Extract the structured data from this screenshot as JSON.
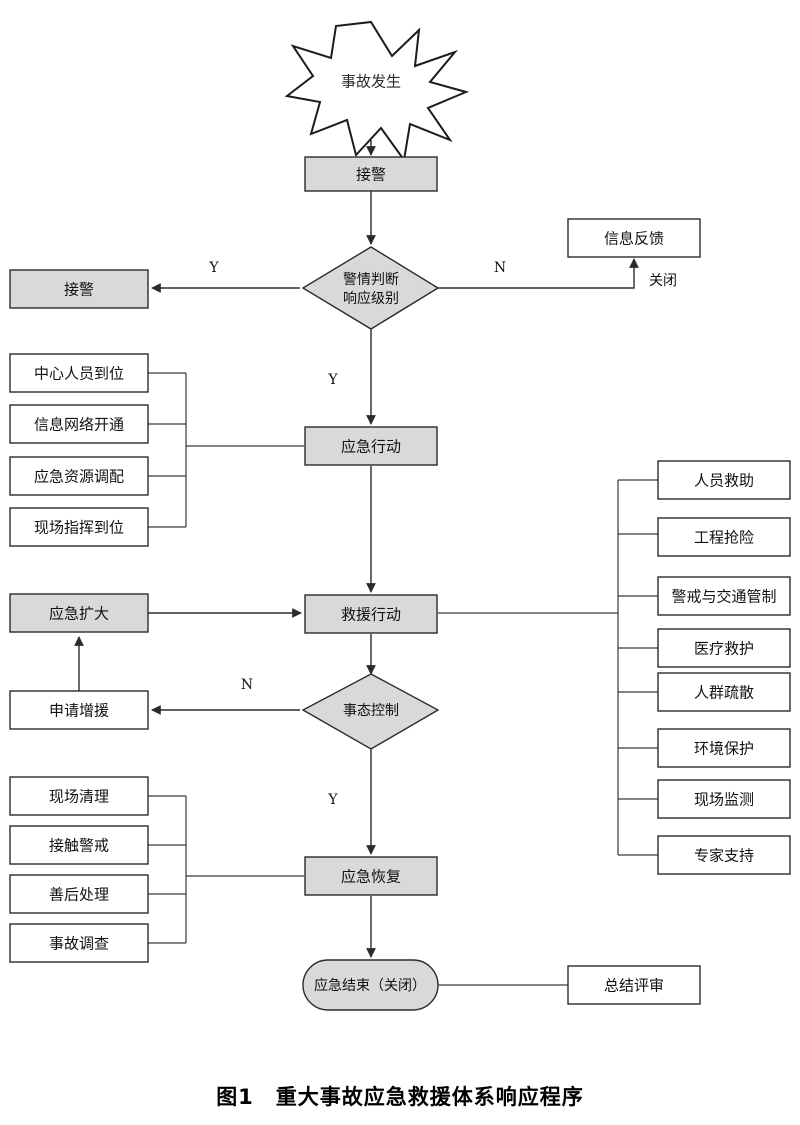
{
  "figure": {
    "caption": "图1　重大事故应急救援体系响应程序",
    "colors": {
      "process_fill": "#d9d9d9",
      "plain_fill": "#ffffff",
      "stroke": "#2b2b2b"
    }
  },
  "nodes": {
    "incident": {
      "label": "事故发生",
      "shape": "burst"
    },
    "alarm_received": {
      "label": "接警",
      "shape": "process"
    },
    "decision_level": {
      "label_line1": "警情判断",
      "label_line2": "响应级别",
      "shape": "decision"
    },
    "alarm_left": {
      "label": "接警",
      "shape": "process"
    },
    "info_feedback": {
      "label": "信息反馈",
      "shape": "plain"
    },
    "emergency_action": {
      "label": "应急行动",
      "shape": "process"
    },
    "rescue_action": {
      "label": "救援行动",
      "shape": "process"
    },
    "emergency_expand": {
      "label": "应急扩大",
      "shape": "process"
    },
    "request_reinforcement": {
      "label": "申请增援",
      "shape": "plain"
    },
    "decision_control": {
      "label": "事态控制",
      "shape": "decision"
    },
    "emergency_recovery": {
      "label": "应急恢复",
      "shape": "process"
    },
    "emergency_end": {
      "label": "应急结束（关闭）",
      "shape": "terminator"
    },
    "summary_review": {
      "label": "总结评审",
      "shape": "plain"
    }
  },
  "left_group_action": {
    "items": [
      {
        "label": "中心人员到位"
      },
      {
        "label": "信息网络开通"
      },
      {
        "label": "应急资源调配"
      },
      {
        "label": "现场指挥到位"
      }
    ]
  },
  "right_group_rescue": {
    "items": [
      {
        "label": "人员救助"
      },
      {
        "label": "工程抢险"
      },
      {
        "label": "警戒与交通管制"
      },
      {
        "label": "医疗救护"
      },
      {
        "label": "人群疏散"
      },
      {
        "label": "环境保护"
      },
      {
        "label": "现场监测"
      },
      {
        "label": "专家支持"
      }
    ]
  },
  "left_group_recovery": {
    "items": [
      {
        "label": "现场清理"
      },
      {
        "label": "接触警戒"
      },
      {
        "label": "善后处理"
      },
      {
        "label": "事故调查"
      }
    ]
  },
  "edge_labels": {
    "level_yes": "Y",
    "level_no": "N",
    "to_action_yes": "Y",
    "close": "关闭",
    "control_no": "N",
    "control_yes": "Y"
  }
}
